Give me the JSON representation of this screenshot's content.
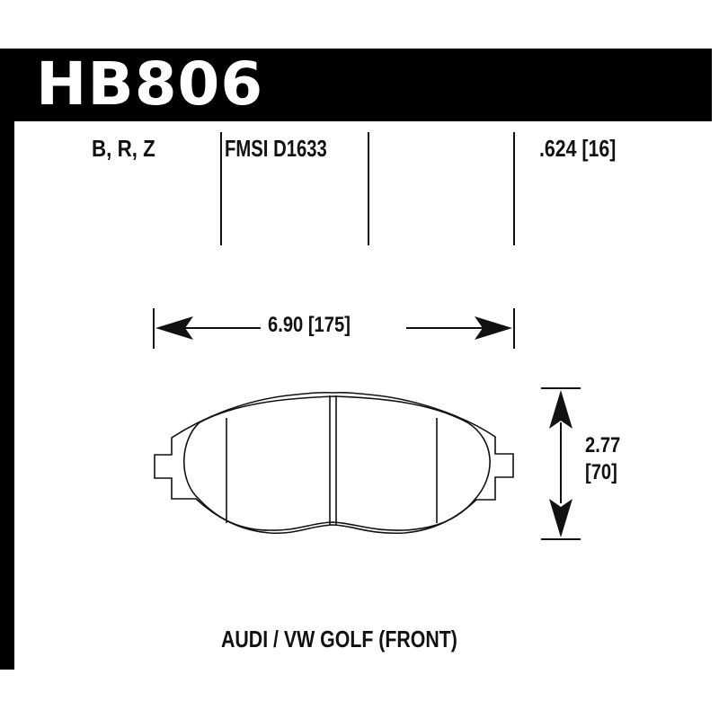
{
  "header": {
    "part_number": "HB806",
    "background_color": "#000000",
    "text_color": "#ffffff"
  },
  "specs": {
    "compounds": "B, R, Z",
    "fmsi": "FMSI D1633",
    "thickness": ".624 [16]"
  },
  "dimensions": {
    "width": "6.90  [175]",
    "height_in": "2.77",
    "height_mm": "[70]"
  },
  "application": {
    "vehicle": "AUDI / VW GOLF (FRONT)"
  },
  "colors": {
    "line": "#111111",
    "background": "#ffffff"
  }
}
